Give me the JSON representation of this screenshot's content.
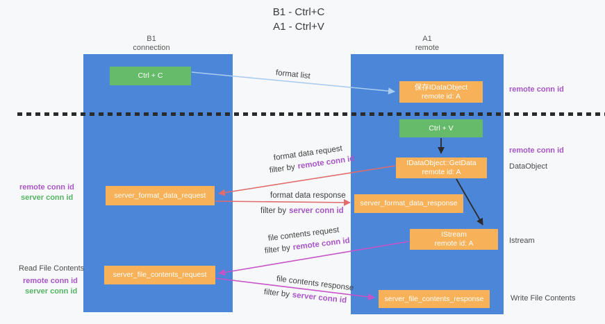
{
  "title": {
    "line1": "B1 - Ctrl+C",
    "line2": "A1 - Ctrl+V"
  },
  "lanes": {
    "left": {
      "title": "B1",
      "subtitle": "connection"
    },
    "right": {
      "title": "A1",
      "subtitle": "remote"
    }
  },
  "nodes": {
    "ctrl_c": {
      "label": "Ctrl + C"
    },
    "ctrl_v": {
      "label": "Ctrl + V"
    },
    "save_idataobject": {
      "line1": "保存IDataObject",
      "line2": "remote id: A"
    },
    "getdata": {
      "line1": "IDataObject::GetData",
      "line2": "remote id: A"
    },
    "istream": {
      "line1": "IStream",
      "line2": "remote id: A"
    },
    "format_request": {
      "label": "server_format_data_request"
    },
    "format_response": {
      "label": "server_format_data_response"
    },
    "file_request": {
      "label": "server_file_contents_request"
    },
    "file_response": {
      "label": "server_file_contents_response"
    }
  },
  "edge_labels": {
    "format_list": "format list",
    "format_data_request": "format data request",
    "format_data_response": "format data response",
    "file_contents_request": "file contents request",
    "file_contents_response": "file contents response",
    "filter_by": "filter by",
    "remote_conn_id": "remote conn id",
    "server_conn_id": "server conn id"
  },
  "side_labels": {
    "right_top_remote_conn_id": "remote conn id",
    "right_mid_remote_conn_id": "remote conn id",
    "dataobject": "DataObject",
    "istream": "Istream",
    "write_file_contents": "Write File Contents",
    "left_remote_conn_id": "remote conn id",
    "left_server_conn_id": "server conn id",
    "read_file_contents": "Read File Contents",
    "left_bottom_remote_conn_id": "remote conn id",
    "left_bottom_server_conn_id": "server conn id"
  },
  "colors": {
    "lane_blue": "#4c86d9",
    "node_orange": "#f7b158",
    "node_green": "#66bb6a",
    "purple_text": "#a855c8",
    "green_text": "#55b463",
    "arrow_red": "#e06c6c",
    "arrow_magenta": "#c853c8",
    "arrow_blue": "#a9cdee",
    "arrow_dark": "#2b2b2b"
  }
}
